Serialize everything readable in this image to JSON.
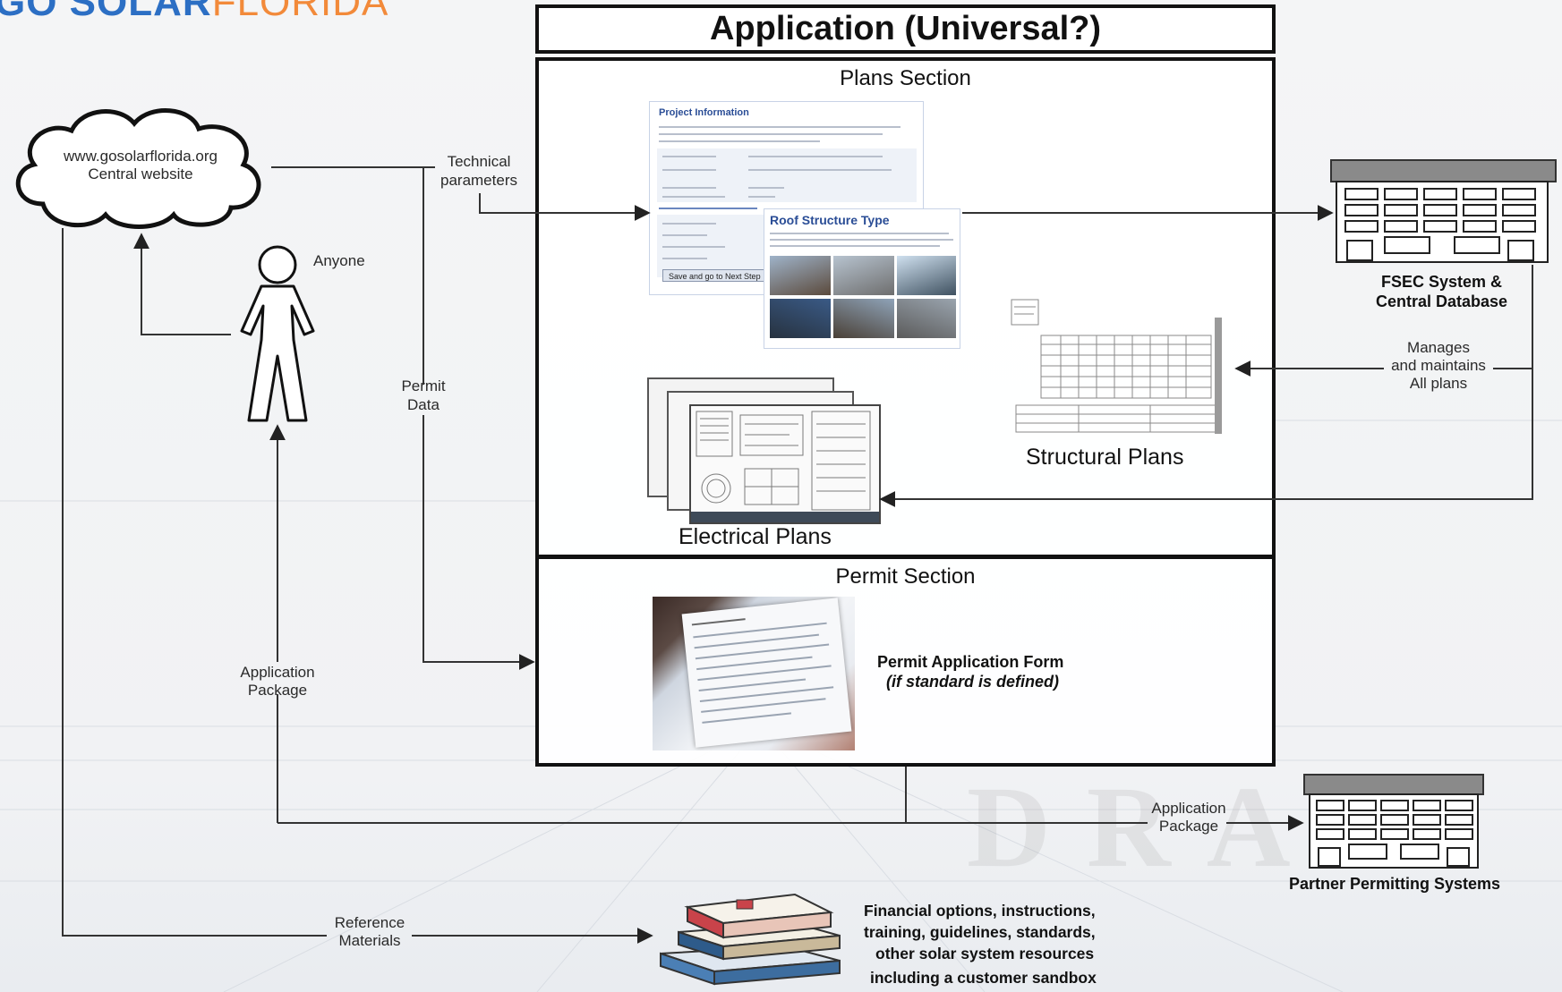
{
  "header": {
    "logo_part1": "GO SOLAR",
    "logo_part2": "FLORIDA",
    "logo_color1": "#2c6fc4",
    "logo_color2": "#f28a3a"
  },
  "title": "Application (Universal?)",
  "plans_section": {
    "title": "Plans Section",
    "project_info_heading": "Project Information",
    "project_info_button": "Save and go to Next Step",
    "roof_structure_heading": "Roof Structure Type",
    "electrical_caption": "Electrical Plans",
    "structural_caption": "Structural Plans"
  },
  "permit_section": {
    "title": "Permit Section",
    "form_label": "Permit Application Form",
    "form_note": "(if standard is defined)"
  },
  "nodes": {
    "website_line1": "www.gosolarflorida.org",
    "website_line2": "Central website",
    "person": "Anyone",
    "fsec_line1": "FSEC System &",
    "fsec_line2": "Central Database",
    "partner": "Partner Permitting Systems",
    "resources_line1": "Financial options, instructions,",
    "resources_line2": "training, guidelines, standards,",
    "resources_line3": "other solar system resources",
    "resources_line4": "including a customer sandbox"
  },
  "edges": {
    "technical_line1": "Technical",
    "technical_line2": "parameters",
    "permit_line1": "Permit",
    "permit_line2": "Data",
    "app_pkg_left_line1": "Application",
    "app_pkg_left_line2": "Package",
    "manages_line1": "Manages",
    "manages_line2": "and maintains",
    "manages_line3": "All  plans",
    "app_pkg_right_line1": "Application",
    "app_pkg_right_line2": "Package",
    "reference_line1": "Reference",
    "reference_line2": "Materials"
  },
  "watermark": "DRA"
}
